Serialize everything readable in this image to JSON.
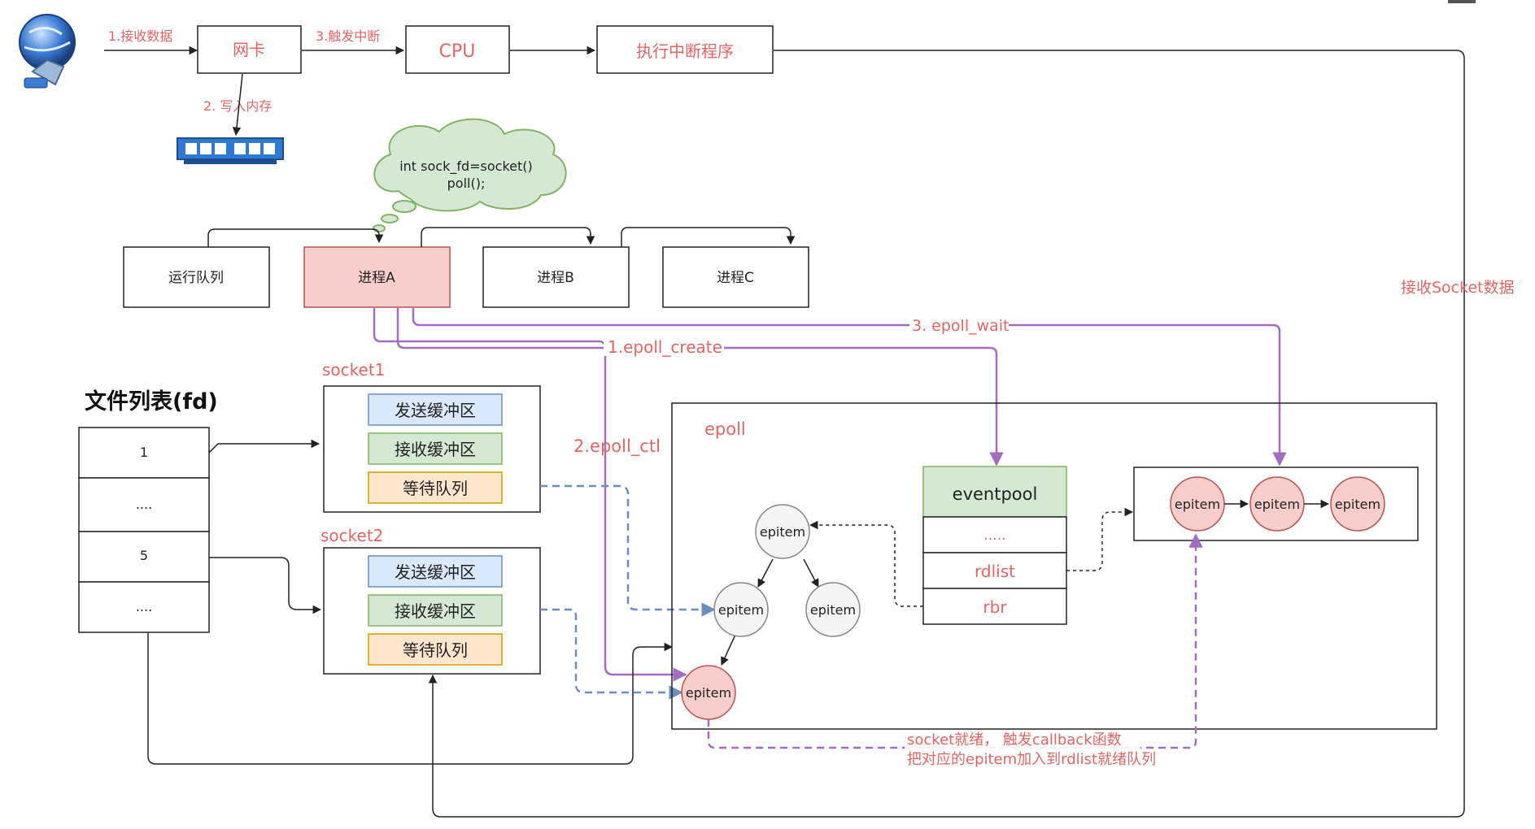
{
  "top_flow": {
    "step1_label": "1.接收数据",
    "nic_label": "网卡",
    "step3_label": "3.触发中断",
    "cpu_label": "CPU",
    "handler_label": "执行中断程序",
    "step2_label": "2. 写入内存",
    "receive_socket_label": "接收Socket数据"
  },
  "cloud": {
    "line1": "int sock_fd=socket()",
    "line2": "poll();"
  },
  "queue": {
    "run_queue": "运行队列",
    "process_a": "进程A",
    "process_b": "进程B",
    "process_c": "进程C"
  },
  "calls": {
    "epoll_create": "1.epoll_create",
    "epoll_ctl": "2.epoll_ctl",
    "epoll_wait": "3. epoll_wait"
  },
  "fd_table": {
    "title": "文件列表(fd)",
    "rows": [
      "1",
      "....",
      "5",
      "...."
    ]
  },
  "socket1": {
    "title": "socket1",
    "send": "发送缓冲区",
    "recv": "接收缓冲区",
    "wait": "等待队列"
  },
  "socket2": {
    "title": "socket2",
    "send": "发送缓冲区",
    "recv": "接收缓冲区",
    "wait": "等待队列"
  },
  "epoll": {
    "title": "epoll",
    "eventpool": "eventpool",
    "dots": ".....",
    "rdlist": "rdlist",
    "rbr": "rbr",
    "tree_nodes": [
      "epitem",
      "epitem",
      "epitem",
      "epitem"
    ],
    "ready_nodes": [
      "epitem",
      "epitem",
      "epitem"
    ]
  },
  "callback_note": {
    "line1": "socket就绪， 触发callback函数",
    "line2": "把对应的epitem加入到rdlist就绪队列"
  },
  "colors": {
    "red_text": "#e06666",
    "purple": "#a46cc1",
    "blue_dash": "#6c8ebf",
    "pink_fill": "#f8cecc",
    "green_fill": "#d5e8d4",
    "blue_fill": "#dae8fc",
    "orange_fill": "#ffe6cc"
  }
}
